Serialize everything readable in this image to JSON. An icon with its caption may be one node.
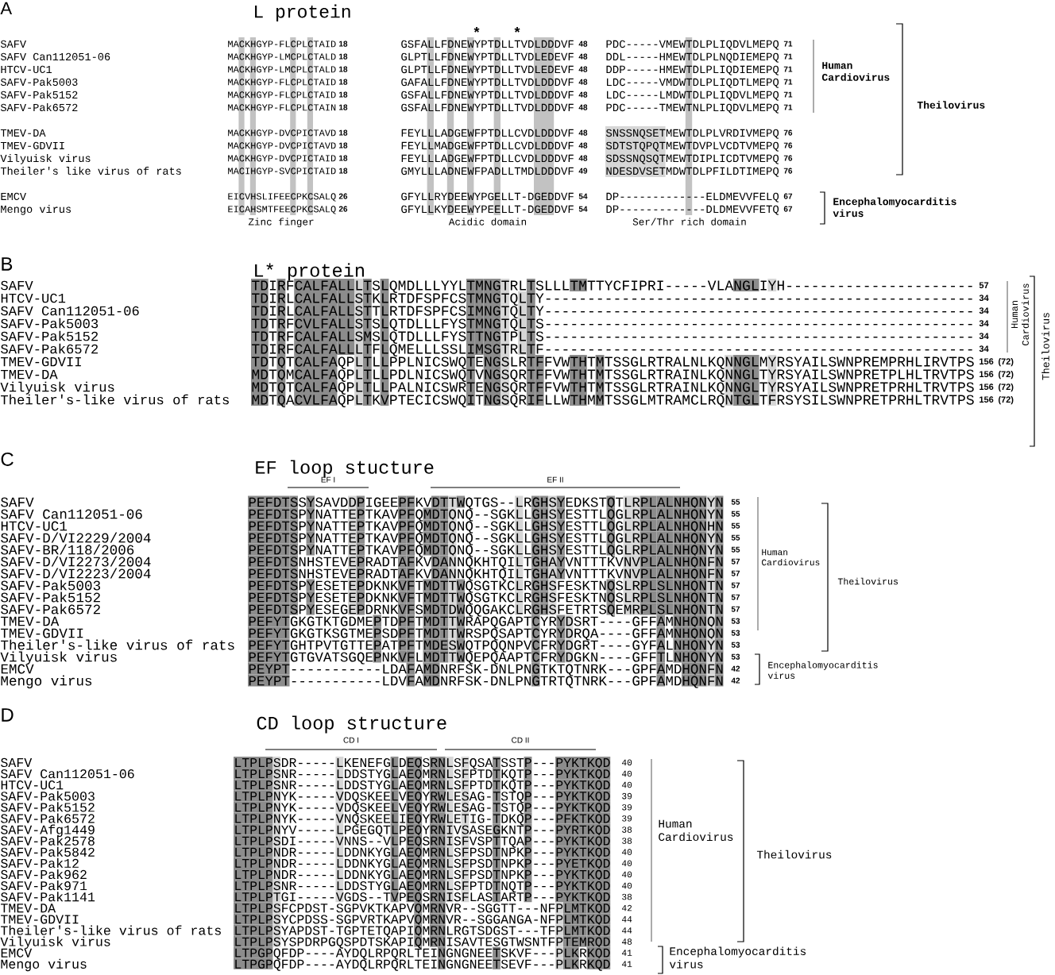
{
  "diagram": {
    "labels": [
      "A",
      "L protein",
      "*",
      "*",
      "SAFV",
      "MACKHGYP-FLCPLCTAID",
      "18",
      "GSFALLFDNEWYPTDLLTVDLDDDVF",
      "48",
      "PDC-----VMEWTDLPLIQDVLMEPQ",
      "71",
      "SAFV Can112051-06",
      "MACKHGYP-LMCPLCTALD",
      "18",
      "GLPTLLFDNEWYPTDLLTVDLEDEVF",
      "48",
      "DDL-----HMEWTDLPLNQDIEMEPQ",
      "71",
      "HTCV-UC1",
      "MACKHGYP-LMCPLCTALD",
      "18",
      "GLPTLLFDNEWYPTDLLTVDLEDEVF",
      "48",
      "DDP-----HMEWTDLPLIQDIEMEPQ",
      "71",
      "SAFV-Pak5003",
      "MACKHGYP-FLCPLCTAID",
      "18",
      "GAFALLFDNEWYPTDLLTVDLDDDVF",
      "48",
      "LDC-----VMDWTDLPLIQDTLMEPQ",
      "71",
      "SAFV-Pak5152",
      "MACKHGYP-FLCPLCTAID",
      "18",
      "GSFALLFDNEWYPTDLLTVDLDDDVF",
      "48",
      "LDC-----LMDWTDLPLIQDVLMEPQ",
      "71",
      "SAFV-Pak6572",
      "MACKHGYP-FLCPLCTAIN",
      "18",
      "GSFALLFDNEWYPTDLLTVDLDDDVF",
      "48",
      "PDC-----TMEWTNLPLIQDVLMEPQ",
      "71",
      "TMEV-DA",
      "MACKHGYP-DVCPICTAVD",
      "18",
      "FEYLLLADGEWFPTDLLCVDLDDDVF",
      "48",
      "SNSSNQSETMEWTDLPLVRDIVMEPQ",
      "76",
      "TMEV-GDVII",
      "MACKHGYP-DVCPICTAVD",
      "18",
      "FEYLLMADGEWFPTDLLCVDLDDDVF",
      "48",
      "SDTSTQPQTMEWTDVPLVCDTVMEPQ",
      "76",
      "Vilyuisk virus",
      "MACKHGYP-DVCPICTAID",
      "18",
      "FEYLLLADGEWFPTDLLCVDLDDDVF",
      "48",
      "SDSSNQSQTMEWTDIPLICDTVMEPQ",
      "76",
      "Theiler's like virus of rats",
      "MACIHGYP-SVCPICTAID",
      "18",
      "GMYLLLADNEWFPADLLTMDLDDDVF",
      "49",
      "NDESDVSETMDWTDLPFILDTIMEPQ",
      "76",
      "EMCV",
      "EICVHSLIFEECPKCSALQ",
      "26",
      "GFYLLRYDEEWYPGELLT-DGEDDVF",
      "54",
      "DP-------------ELDMEVVFELQ",
      "67",
      "Mengo virus",
      "EICAHSMTFEECPKCSALQ",
      "26",
      "GFYLLKYDEEWYPEELLT-DGEDDVF",
      "54",
      "DP-------------DLDMEVVFETQ",
      "67",
      "Zinc finger",
      "Acidic domain",
      "Ser/Thr rich domain",
      "Human Cardiovirus",
      "Theilovirus",
      "Encephalomyocarditis virus",
      "B",
      "L* protein",
      "SAFV",
      "TDIRFCALFALLLTSLQMDLLLYYLTMNGTRLTSLLLTMTTYCFIPRI-----VLANGLIYH----------------------",
      "57",
      "HTCV-UC1",
      "TDIRLCALFALLSTKLRTDFSPFCSTMNGTQLTY--------------------------------------------------",
      "34",
      "SAFV Can112051-06",
      "TDIRLCALFALLSTTLRTDFSPFCSIMNGTQLTY--------------------------------------------------",
      "34",
      "SAFV-Pak5003",
      "TDTRFCVLFALLSTSLQTDLLLFYSTMNGTQLTS--------------------------------------------------",
      "34",
      "SAFV-Pak5152",
      "TDTRFCALFALLSMSLQTDLLLFYSTTNGTPLTS--------------------------------------------------",
      "34",
      "SAFV-Pak6572",
      "TDIRFCALFALLLTFLQMELLLSSLIMSGTRLTF--------------------------------------------------",
      "34",
      "TMEV-GDVII",
      "TDTQTCALFAQPLTLLPPLNICSWQTENGSLRTFFVWTHTMTSSGLRTRALNLKQNNGLMYRSYAILSWNPREMPRHLIRVTPS",
      "156",
      "(72)",
      "TMEV-DA",
      "MDTQMCALFAQPLTLLPDLNICSWQTVNGSQRTFFVWTHTMTSSGLRTRAINLKQNNGLTYRSYAILSWNPRETPLHLTRVTPS",
      "156",
      "(72)",
      "Vilyuisk virus",
      "MDTQTCALFAQPLTLLPALNICSWRTENGSQRTFFVWTHTMTSSGLRTRAINLKQNNGLTYRSYAILSWNPRETPRHLTRVTPS",
      "156",
      "(72)",
      "Theiler's-like virus of rats",
      "MDTQACVLFAQPLTKVPTECICSWQITNGSQRIFLLWTHMMTSSGLMTRAMCLRQNTGLTFRSYSILSWNPRETPRHLTRVTPS",
      "156",
      "(72)",
      "Human Cardiovirus",
      "Theilovirus",
      "C",
      "EF loop stucture",
      "EF I",
      "EF II",
      "SAFV",
      "PEFDTSSYSAVDDPIGEEPFKVDTTWQTGS--LRGHSYEDKSTQTLRPLALNHQNYN",
      "55",
      "SAFV Can112051-06",
      "PEFDTSPYNATTEPTKAVPFQMDTQNQ--SGKLLGHSYESTTLQGLRPLALNHQNYN",
      "55",
      "HTCV-UC1",
      "PEFDTSPYNATTEPTKAVPFQMDTQNQ--SGKLLGHSYESTTLQGLRPLALNHQNHN",
      "55",
      "SAFV-D/VI2229/2004",
      "PEFDTSPYNATTEPTKAVPFQMDTQNQ--SGKLLGHSYESTTLQGLRPLALNHQNYN",
      "55",
      "SAFV-BR/118/2006",
      "PEFDTSPYNATTEPTKAVPFQMDTQNQ--SGKLLGHSYESTTLQGLRPLALNHQNYN",
      "55",
      "SAFV-D/VI2273/2004",
      "PEFDTSNHSTEVEPRADTAFKVDANNQKHTQILTGHAYVNTTTKVNVPLALNHQNFN",
      "57",
      "SAFV-D/VI2223/2004",
      "PEFDTSNHSTEVEPRADTAFKVDANNQKHTQILTGHAYVNTTTKVNVPLALNHQNFN",
      "57",
      "SAFV-Pak5003",
      "PEFDTSPYESETEPDKNKVFTMDTTWQSGTKCLRGHSFESKTNQSLRPLSLNHQNTN",
      "57",
      "SAFV-Pak5152",
      "PEFDTSPYESETEPDKNKVFTMDTTWQSGTKCLRGHSFESKTNQSLRPLSLNHQNTN",
      "57",
      "SAFV-Pak6572",
      "PEFDTSPYESEGEPDRNKVFSMDTDWQQGAKCLRGHSFETRTSQEMRPLSLNHQNTN",
      "57",
      "TMEV-DA",
      "PEFYTGKGTKTGDMEPTDPFTMDTTWRAPQGAPTCYRYDSRT----GFFAMNHQNQN",
      "53",
      "TMEV-GDVII",
      "PEFYTGKGTKSGTMEPSDPFTMDTTWRSPQSAPTCYRYDRQA----GFFAMNHQNQN",
      "53",
      "Theiler's-like virus of rats",
      "PEFYTGHTPVTGTTEPATPFTMDESWQTPQQNPVCFRYDGRT----GYFALNHQNYN",
      "53",
      "Vilyuisk virus",
      "PEFYTGTGVATSGQEPNKVFLMDTTWQEPQAAPTCFRYDGKN----GFFTLNHQNYN",
      "53",
      "EMCV",
      "PEYPT-----------LDAFAMDNRFSK-DNLPNGTKTQTNRK---GPFAMDHQNFN",
      "42",
      "Mengo virus",
      "PEYPT-----------LDVFAMDNRFSK-DNLPNGTRTQTNRK---GPFAMDHQNFN",
      "42",
      "Human Cardiovirus",
      "Theilovirus",
      "Encephalomyocarditis virus",
      "D",
      "CD loop structure",
      "CD I",
      "CD II",
      "SAFV",
      "LTPLPSDR-----LKENEFGLDEQSRNLSFQSATSSTP---PYKTKQD",
      "40",
      "SAFV Can112051-06",
      "LTPLPSNR-----LDDSTYGLAEQMRNLSFPTDTKQTP---PYKTKQD",
      "40",
      "HTCV-UC1",
      "LTPLPSNR-----LDDSTYGLAEQMRNLSFPTDTKQTP---PYKTKQD",
      "40",
      "SAFV-Pak5003",
      "LTPLPNYK-----VDQSKEELVEQYRWLESAG-TSTQP---PYKTKQD",
      "39",
      "SAFV-Pak5152",
      "LTPLPNYK-----VDQSKEELVEQYRWLESAG-TSTQP---PYKTKQD",
      "39",
      "SAFV-Pak6572",
      "LTPLPNYK-----VNQSKEELIEQYRWLETIG-TDKQP---PFKTKQD",
      "39",
      "SAFV-Afg1449",
      "LTPLPNYV-----LPGEGQTLPEQYRNIVSASEGKNTP---PYRTKQD",
      "38",
      "SAFV-Pak2578",
      "LTPLPSDI-----VNNS--VLPEQSRNISFVSPTTQAP---PYKTKQD",
      "38",
      "SAFV-Pak5842",
      "LTPLPNDR-----LDDNKYGLAEQMRNLSFPSDTNPKP---PYKTKQD",
      "40",
      "SAFV-Pak12",
      "LTPLPNDR-----LDDNKYGLAEQMRNLSFPSDTNPKP---PYETKQD",
      "40",
      "SAFV-Pak962",
      "LTPLPNDR-----LDDNKYGLAEQMRNLSFPSDTNPKP---PYKTKQD",
      "40",
      "SAFV-Pak971",
      "LTPLPSNR-----LDDSTYGLAEQMRNLSFPTDTNQTP---PYKTKQD",
      "40",
      "SAFV-Pak1141",
      "LTPLPTGI-----VGDS--TVPEQSRNISFLASTARTP---PYKTKQD",
      "38",
      "TMEV-DA",
      "LTPLPSFCPDST-SGPVKTKAPVQMRNVR--SGGTT---NFPLMTKQD",
      "42",
      "TMEV-GDVII",
      "LTPLPSYCPDSS-SGPVRTKAPVQMRNVR--SGGANGA-NFPLMTKQD",
      "44",
      "Theiler's-like virus of rats",
      "LTPLPSYAPDST-TGPTETQAPIQMRNLRGTSDGST---TFPLMTKQD",
      "44",
      "Vilyuisk virus",
      "LTPLPSYSPDRPGQSPDTSKAPIQMRNISAVTESGTWSNTFPTEMRQD",
      "48",
      "EMCV",
      "LTPGPQFDP----AYDQLRPQRLTEINGNGNEETSKVF---PLKRKQD",
      "41",
      "Mengo virus",
      "LTPGPQFDP----AYDQLRPQRLTEINGNGNEETSEVF---PLKRKQD",
      "41",
      "Human Cardiovirus",
      "Theilovirus",
      "Encephalomyocarditis virus"
    ]
  }
}
